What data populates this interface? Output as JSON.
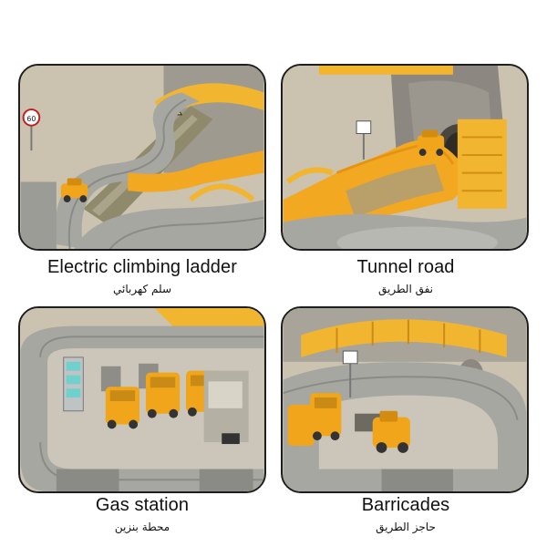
{
  "panels": [
    {
      "caption_en": "Electric climbing ladder",
      "caption_ar": "سلم كهربائي",
      "sign_label": "60"
    },
    {
      "caption_en": "Tunnel road",
      "caption_ar": "نفق الطريق"
    },
    {
      "caption_en": "Gas station",
      "caption_ar": "محطة بنزين"
    },
    {
      "caption_en": "Barricades",
      "caption_ar": "حاجز الطريق"
    }
  ],
  "colors": {
    "track_gray": "#a7a7a2",
    "track_dark": "#8b8b86",
    "toy_yellow": "#f2b530",
    "truck_yellow": "#f0a51a",
    "olive": "#8f8a6c",
    "background": "#cfc7b4",
    "border": "#1e1e1e"
  }
}
